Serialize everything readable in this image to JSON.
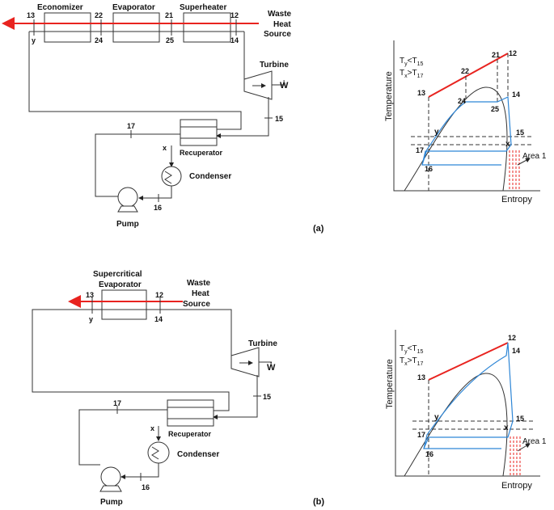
{
  "diagram_a": {
    "economizer": "Economizer",
    "evaporator": "Evaporator",
    "superheater": "Superheater",
    "waste": "Waste",
    "heat": "Heat",
    "source": "Source",
    "turbine": "Turbine",
    "work": "Ẇ",
    "recuperator": "Recuperator",
    "condenser": "Condenser",
    "pump": "Pump",
    "n13": "13",
    "n22": "22",
    "n21": "21",
    "n12": "12",
    "y": "y",
    "n24": "24",
    "n25": "25",
    "n14": "14",
    "n15": "15",
    "n17": "17",
    "x": "x",
    "n16": "16"
  },
  "ts_a": {
    "ylabel": "Temperature",
    "xlabel": "Entropy",
    "cond1": "T",
    "cond1_sub1": "y",
    "cond1_op": "<T",
    "cond1_sub2": "15",
    "cond2": "T",
    "cond2_sub1": "x",
    "cond2_op": ">T",
    "cond2_sub2": "17",
    "p12": "12",
    "p21": "21",
    "p22": "22",
    "p13": "13",
    "p24": "24",
    "p25": "25",
    "p14": "14",
    "p15": "15",
    "py": "y",
    "p17": "17",
    "px": "x",
    "p16": "16",
    "area": "Area 1"
  },
  "label_a": "(a)",
  "diagram_b": {
    "supercritical": "Supercritical",
    "evaporator": "Evaporator",
    "waste": "Waste",
    "heat": "Heat",
    "source": "Source",
    "turbine": "Turbine",
    "work": "Ẇ",
    "recuperator": "Recuperator",
    "condenser": "Condenser",
    "pump": "Pump",
    "n13": "13",
    "n12": "12",
    "y": "y",
    "n14": "14",
    "n15": "15",
    "n17": "17",
    "x": "x",
    "n16": "16"
  },
  "ts_b": {
    "ylabel": "Temperature",
    "xlabel": "Entropy",
    "cond1": "T",
    "cond1_sub1": "y",
    "cond1_op": "<T",
    "cond1_sub2": "15",
    "cond2": "T",
    "cond2_sub1": "x",
    "cond2_op": ">T",
    "cond2_sub2": "17",
    "p12": "12",
    "p14": "14",
    "p13": "13",
    "p15": "15",
    "py": "y",
    "p17": "17",
    "px": "x",
    "p16": "16",
    "area": "Area 1"
  },
  "label_b": "(b)",
  "colors": {
    "hot_stream": "#e8231f",
    "cycle_line": "#2e86d6"
  }
}
